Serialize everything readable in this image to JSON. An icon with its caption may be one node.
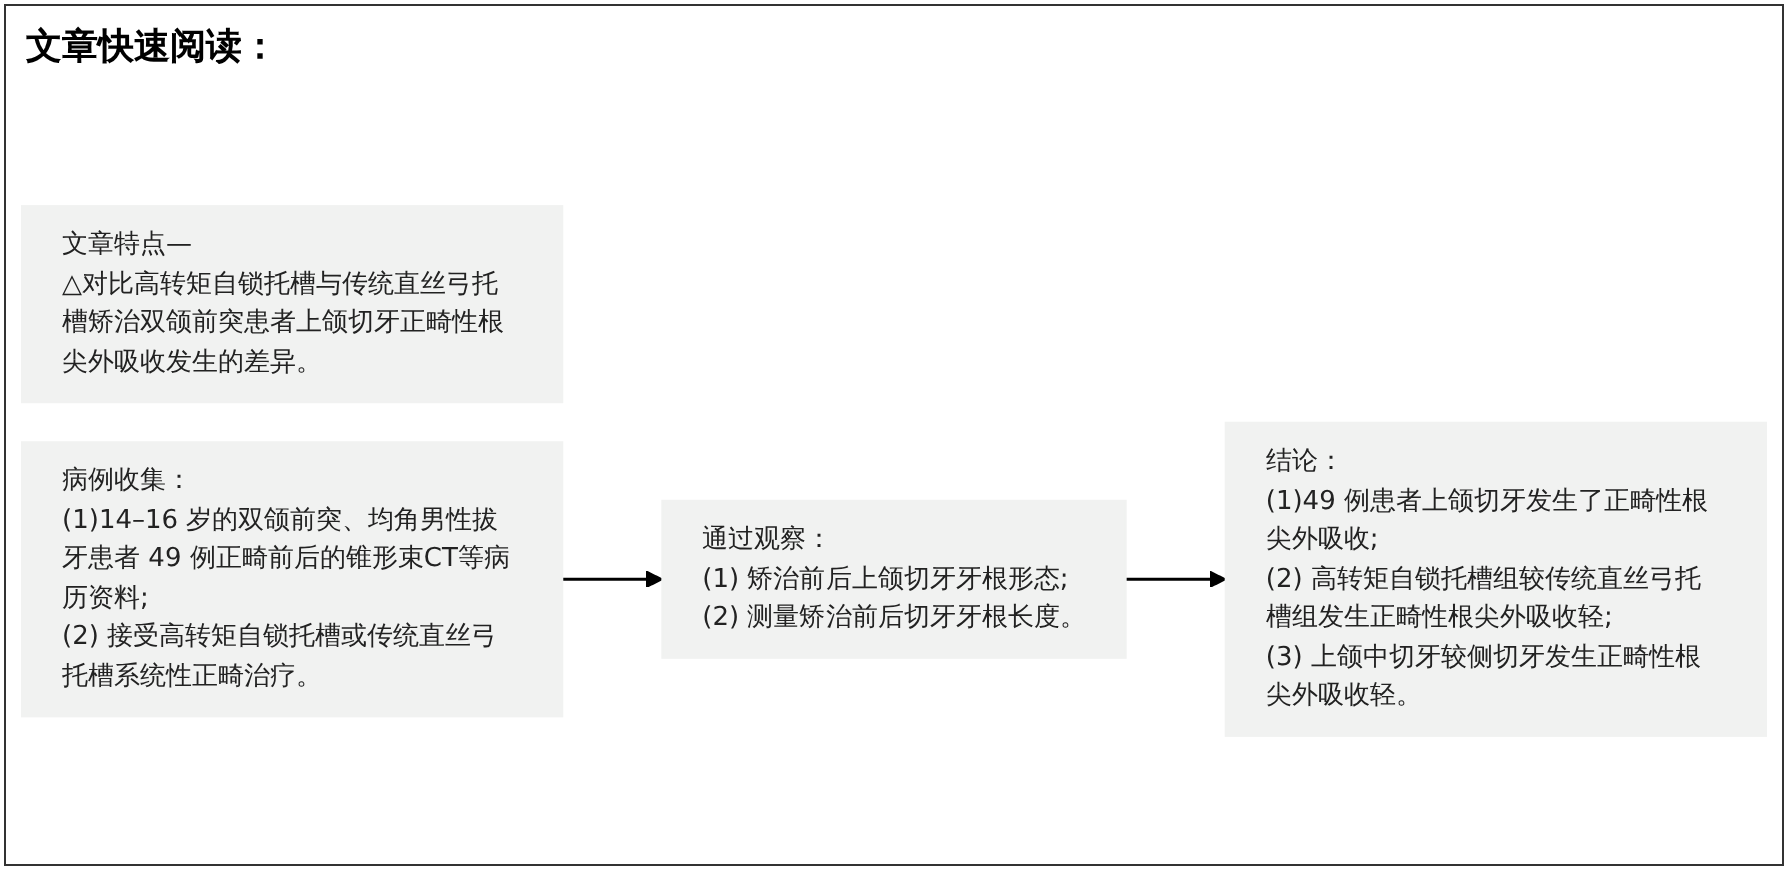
{
  "diagram": {
    "title": "文章快速阅读：",
    "nodes": [
      {
        "text": [
          "文章特点—",
          "△对比高转矩自锁托槽与传统直丝弓托槽矫治双颌前突患者上颌切牙正畸性根尖外吸收发生的差异。"
        ]
      },
      {
        "text": [
          "病例收集：",
          "(1)14–16 岁的双颌前突、均角男性拔牙患者 49 例正畸前后的锥形束CT等病历资料;",
          "(2) 接受高转矩自锁托槽或传统直丝弓托槽系统性正畸治疗。"
        ]
      },
      {
        "text": [
          "通过观察：",
          "(1) 矫治前后上颌切牙牙根形态;",
          "(2) 测量矫治前后切牙牙根长度。"
        ]
      },
      {
        "text": [
          "结论：",
          "(1)49 例患者上颌切牙发生了正畸性根尖外吸收;",
          "(2) 高转矩自锁托槽组较传统直丝弓托槽组发生正畸性根尖外吸收轻;",
          "(3) 上颌中切牙较侧切牙发生正畸性根尖外吸收轻。"
        ]
      }
    ],
    "edges": [
      {
        "from": 1,
        "to": 2,
        "arrow": "to"
      },
      {
        "from": 2,
        "to": 3,
        "arrow": "to"
      }
    ]
  }
}
